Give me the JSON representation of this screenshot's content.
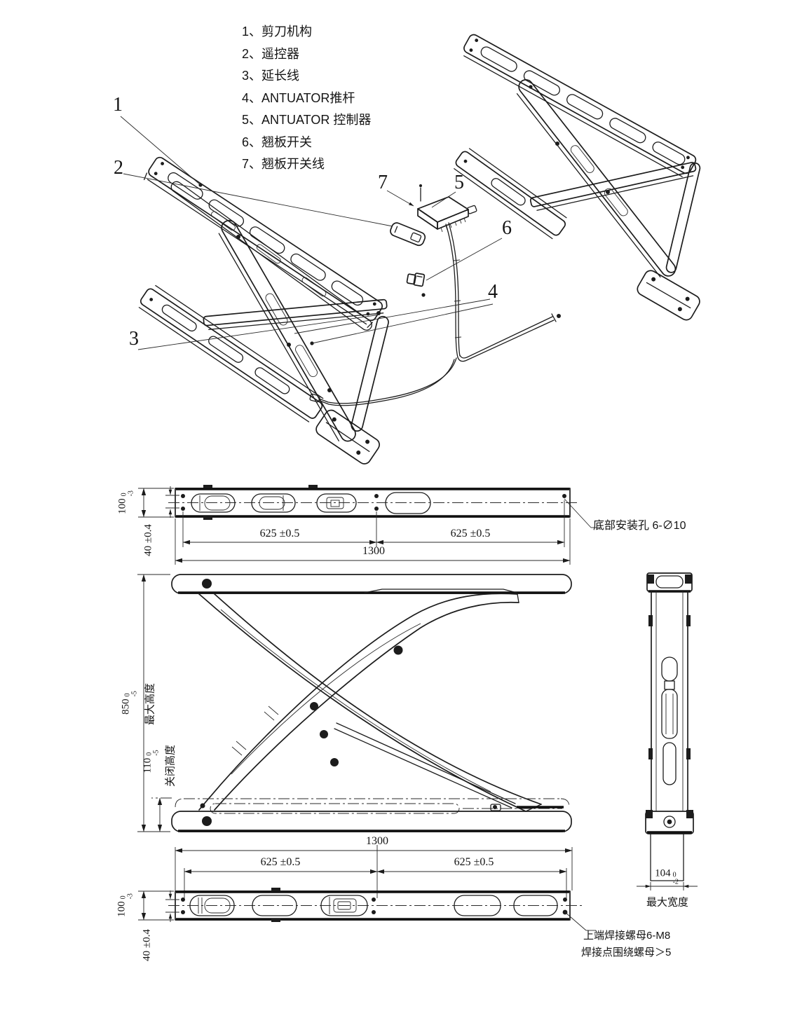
{
  "parts_list": {
    "items": [
      "1、剪刀机构",
      "2、遥控器",
      "3、延长线",
      "4、ANTUATOR推杆",
      "5、ANTUATOR 控制器",
      "6、翘板开关",
      "7、翘板开关线"
    ]
  },
  "callouts": {
    "c1": "1",
    "c2": "2",
    "c3": "3",
    "c4": "4",
    "c5": "5",
    "c6": "6",
    "c7": "7"
  },
  "top_view": {
    "width": {
      "value": "100",
      "tol_upper": "0",
      "tol_lower": "-3"
    },
    "hole_offset": "40 ±0.4",
    "span_left": "625 ±0.5",
    "span_right": "625 ±0.5",
    "total": "1300",
    "note": "底部安装孔 6-∅10"
  },
  "front_view": {
    "max_height": {
      "value": "850",
      "tol_upper": "0",
      "tol_lower": "-5",
      "label": "最大高度"
    },
    "closed_height": {
      "value": "110",
      "tol_upper": "0",
      "tol_lower": "-5",
      "label": "关闭高度"
    }
  },
  "bottom_view": {
    "total": "1300",
    "span_left": "625 ±0.5",
    "span_right": "625 ±0.5",
    "width": {
      "value": "100",
      "tol_upper": "0",
      "tol_lower": "-3"
    },
    "hole_offset": "40 ±0.4",
    "note_line1": "上端焊接螺母6-M8",
    "note_line2": "焊接点围绕螺母＞5"
  },
  "side_view": {
    "width": {
      "value": "104",
      "tol_upper": "0",
      "tol_lower": "-2"
    },
    "label": "最大宽度"
  },
  "line_color": "#1c1c1c"
}
